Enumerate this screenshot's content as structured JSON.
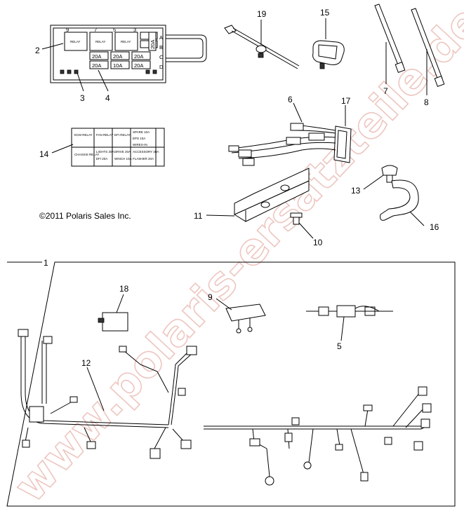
{
  "copyright": "©2011 Polaris Sales Inc.",
  "watermark": "www.polaris-ersatzteile.de",
  "callouts": {
    "c1": "1",
    "c2": "2",
    "c3": "3",
    "c4": "4",
    "c5": "5",
    "c6": "6",
    "c7": "7",
    "c8": "8",
    "c9": "9",
    "c10": "10",
    "c11": "11",
    "c12": "12",
    "c13": "13",
    "c14": "14",
    "c15": "15",
    "c16": "16",
    "c17": "17",
    "c18": "18",
    "c19": "19"
  },
  "fuse_box": {
    "top_numbers": [
      "9",
      "7",
      "5",
      "3"
    ],
    "side_letters": [
      "A",
      "B",
      "C",
      "D"
    ],
    "relay_label": "RELAY",
    "fuse_row_upper": [
      "20A",
      "20A",
      "20A"
    ],
    "fuse_row_lower": [
      "20A",
      "10A",
      "20A"
    ],
    "side_fuse": "20A"
  },
  "decal": {
    "cells_left": [
      "ECM RELAY",
      "FAN RELAY",
      "EFI RELAY",
      "CHASSIS RELAY",
      "LIGHTS 20A",
      "EFI 20A",
      "DRIVE 20A",
      "WINCH 10A"
    ],
    "cells_right": [
      "SPARE 10A",
      "EPS 10A",
      "WIRES-IN",
      "ACCESSORY 20A",
      "FLASHER 20A"
    ]
  }
}
